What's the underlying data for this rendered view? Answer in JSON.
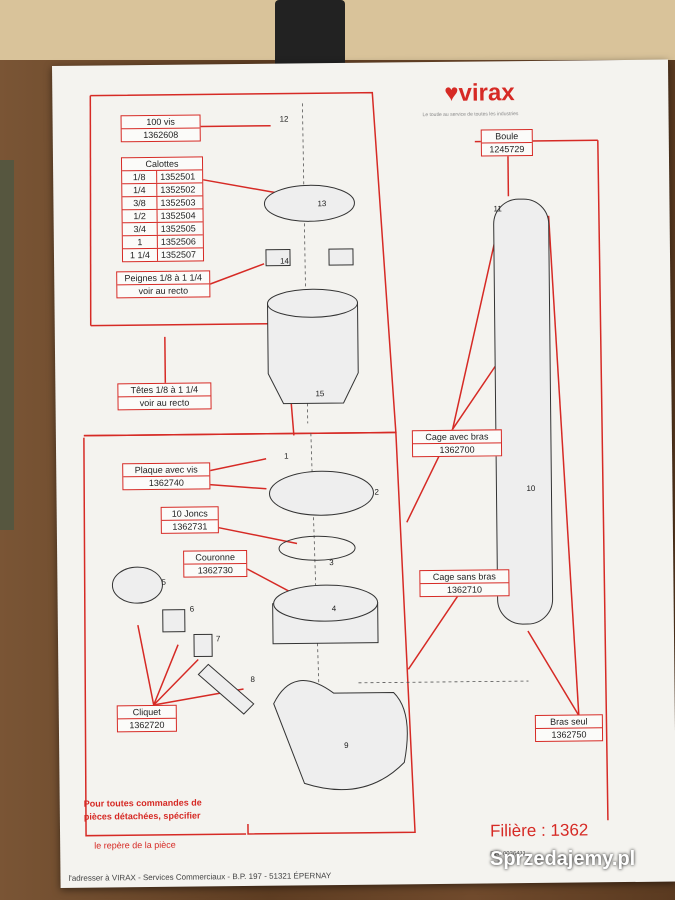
{
  "brand": {
    "name": "virax",
    "tagline": "Le toutle au service de toutes les industries"
  },
  "parts": {
    "vis": {
      "title": "100 vis",
      "ref": "1362608"
    },
    "calottes": {
      "title": "Calottes",
      "rows": [
        {
          "size": "1/8",
          "ref": "1352501"
        },
        {
          "size": "1/4",
          "ref": "1352502"
        },
        {
          "size": "3/8",
          "ref": "1352503"
        },
        {
          "size": "1/2",
          "ref": "1352504"
        },
        {
          "size": "3/4",
          "ref": "1352505"
        },
        {
          "size": "1",
          "ref": "1352506"
        },
        {
          "size": "1 1/4",
          "ref": "1352507"
        }
      ]
    },
    "peignes": {
      "title": "Peignes 1/8 à 1 1/4",
      "ref": "voir au recto"
    },
    "tetes": {
      "title": "Têtes 1/8 à 1 1/4",
      "ref": "voir au recto"
    },
    "plaque": {
      "title": "Plaque avec vis",
      "ref": "1362740"
    },
    "joncs": {
      "title": "10 Joncs",
      "ref": "1362731"
    },
    "couronne": {
      "title": "Couronne",
      "ref": "1362730"
    },
    "cliquet": {
      "title": "Cliquet",
      "ref": "1362720"
    },
    "boule": {
      "title": "Boule",
      "ref": "1245729"
    },
    "cage_bras": {
      "title": "Cage avec bras",
      "ref": "1362700"
    },
    "cage_sans": {
      "title": "Cage sans bras",
      "ref": "1362710"
    },
    "bras": {
      "title": "Bras seul",
      "ref": "1362750"
    }
  },
  "numbers": [
    "12",
    "13",
    "14",
    "15",
    "1",
    "2",
    "3",
    "4",
    "5",
    "6",
    "7",
    "8",
    "9",
    "10",
    "11"
  ],
  "footer": {
    "note": "Pour toutes commandes de pièces détachées, spécifier",
    "note2": "le repère de la pièce",
    "address": "l'adresser à VIRAX - Services Commerciaux - B.P. 197 - 51321 ÉPERNAY",
    "product": "Filière : 1362",
    "ref": "Réf. 0036411"
  },
  "watermark": "Sprzedajemy.pl"
}
